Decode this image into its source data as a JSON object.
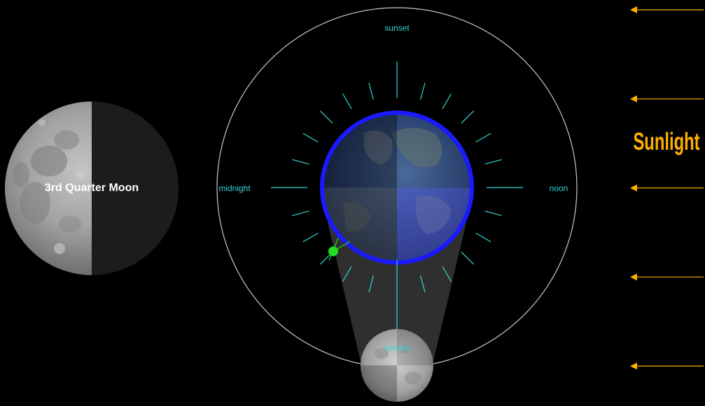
{
  "moon_phase": {
    "label": "3rd Quarter Moon"
  },
  "orbit_labels": {
    "top": "sunset",
    "left": "midnight",
    "right": "noon",
    "bottom": "sunrise"
  },
  "sunlight": {
    "label": "Sunlight",
    "arrow_count": 5
  },
  "colors": {
    "background": "#000000",
    "orbit": "#c8c8c8",
    "tick": "#33d6d6",
    "earth_ring": "#1a1aff",
    "sun_arrow": "#ffb000",
    "observer": "#22dd22",
    "moon_line": "#ff33ff"
  }
}
